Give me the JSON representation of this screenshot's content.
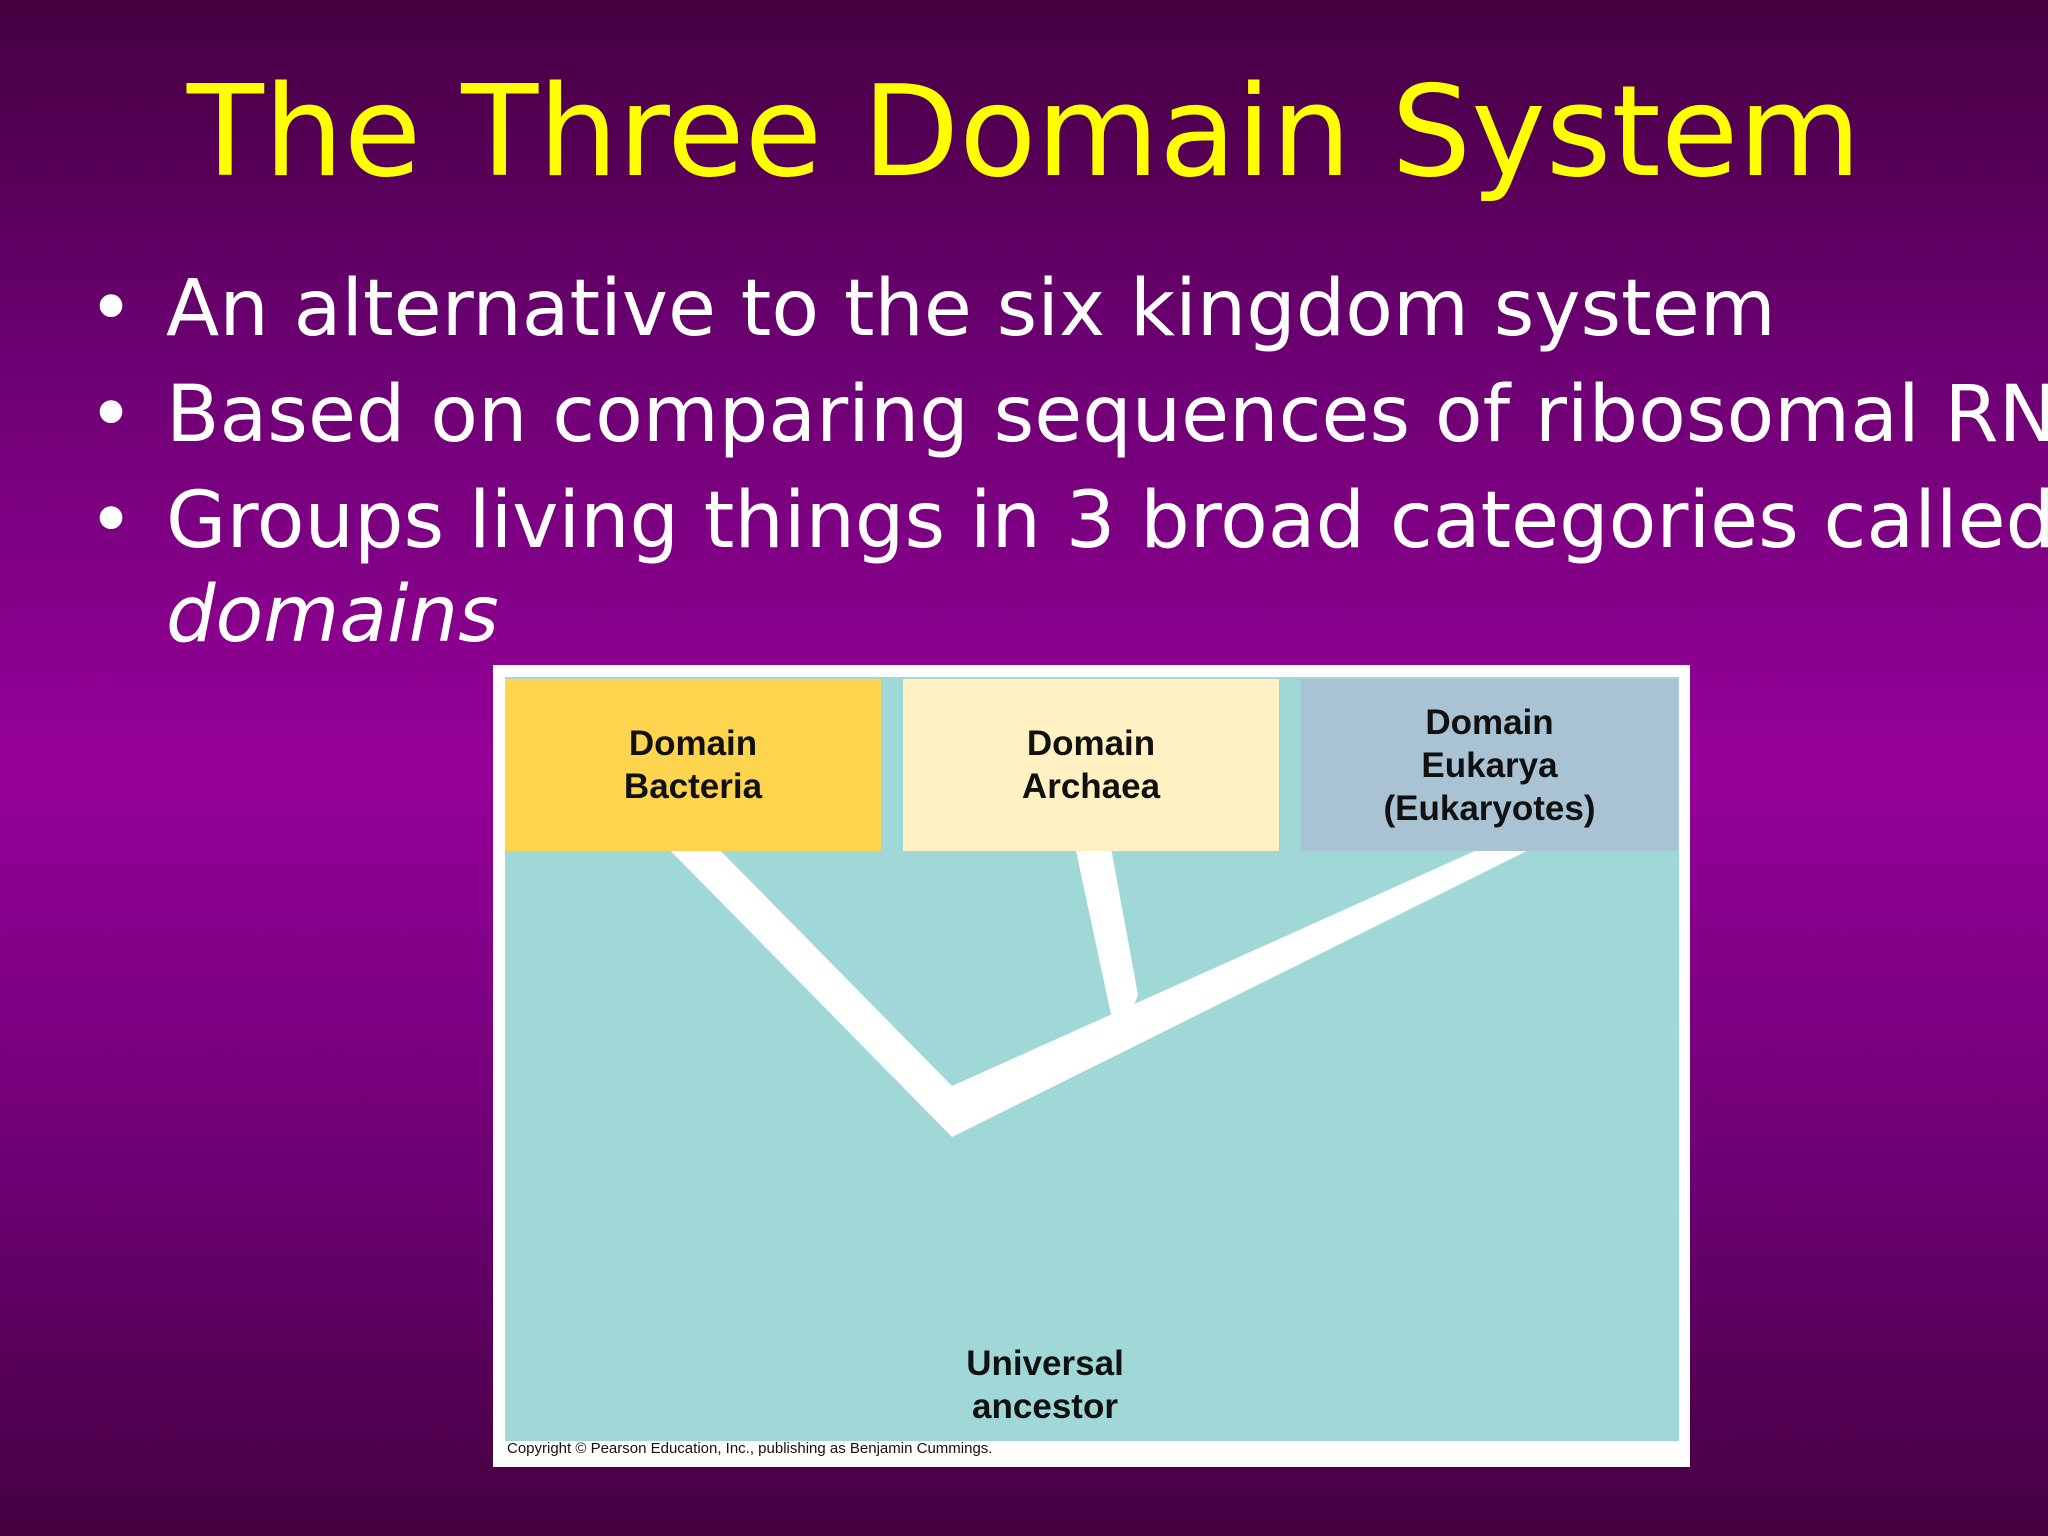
{
  "slide": {
    "title": "The Three Domain System",
    "bullets": [
      "An alternative to the six kingdom system",
      "Based on comparing sequences of ribosomal RNA",
      "Groups living things in 3 broad categories called"
    ],
    "bullet3_italic": "domains",
    "bullet_marker": "•"
  },
  "figure": {
    "domains": [
      {
        "label": "Domain\nBacteria",
        "color": "#ffd54f"
      },
      {
        "label": "Domain\nArchaea",
        "color": "#fff1c2"
      },
      {
        "label": "Domain\nEukarya\n(Eukaryotes)",
        "color": "#a9c2d4"
      }
    ],
    "root_label": "Universal\nancestor",
    "copyright": "Copyright © Pearson Education, Inc., publishing as Benjamin Cummings.",
    "background_color": "#a0d8d8",
    "branch_color": "#ffffff"
  }
}
